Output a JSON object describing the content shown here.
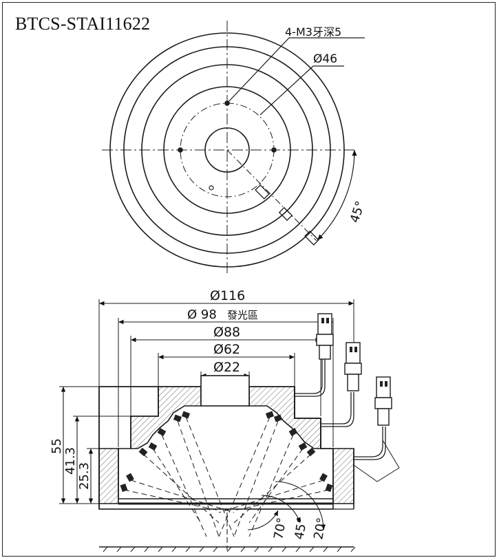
{
  "title": "BTCS-STAI11622",
  "top_view": {
    "callout_thread": "4-M3牙深5",
    "callout_pcd": "Ø46",
    "angle": "45°"
  },
  "side_view": {
    "dia_outer": "Ø116",
    "dia_emit_value": "Ø 98",
    "dia_emit_label": "發光區",
    "dia_88": "Ø88",
    "dia_62": "Ø62",
    "dia_22": "Ø22",
    "height_total": "55",
    "height_mid": "41.3",
    "height_low": "25.3",
    "angle_70": "70°",
    "angle_45": "45°",
    "angle_20": "20°"
  },
  "colors": {
    "line": "#1a1a1a",
    "hatch": "#555555"
  }
}
